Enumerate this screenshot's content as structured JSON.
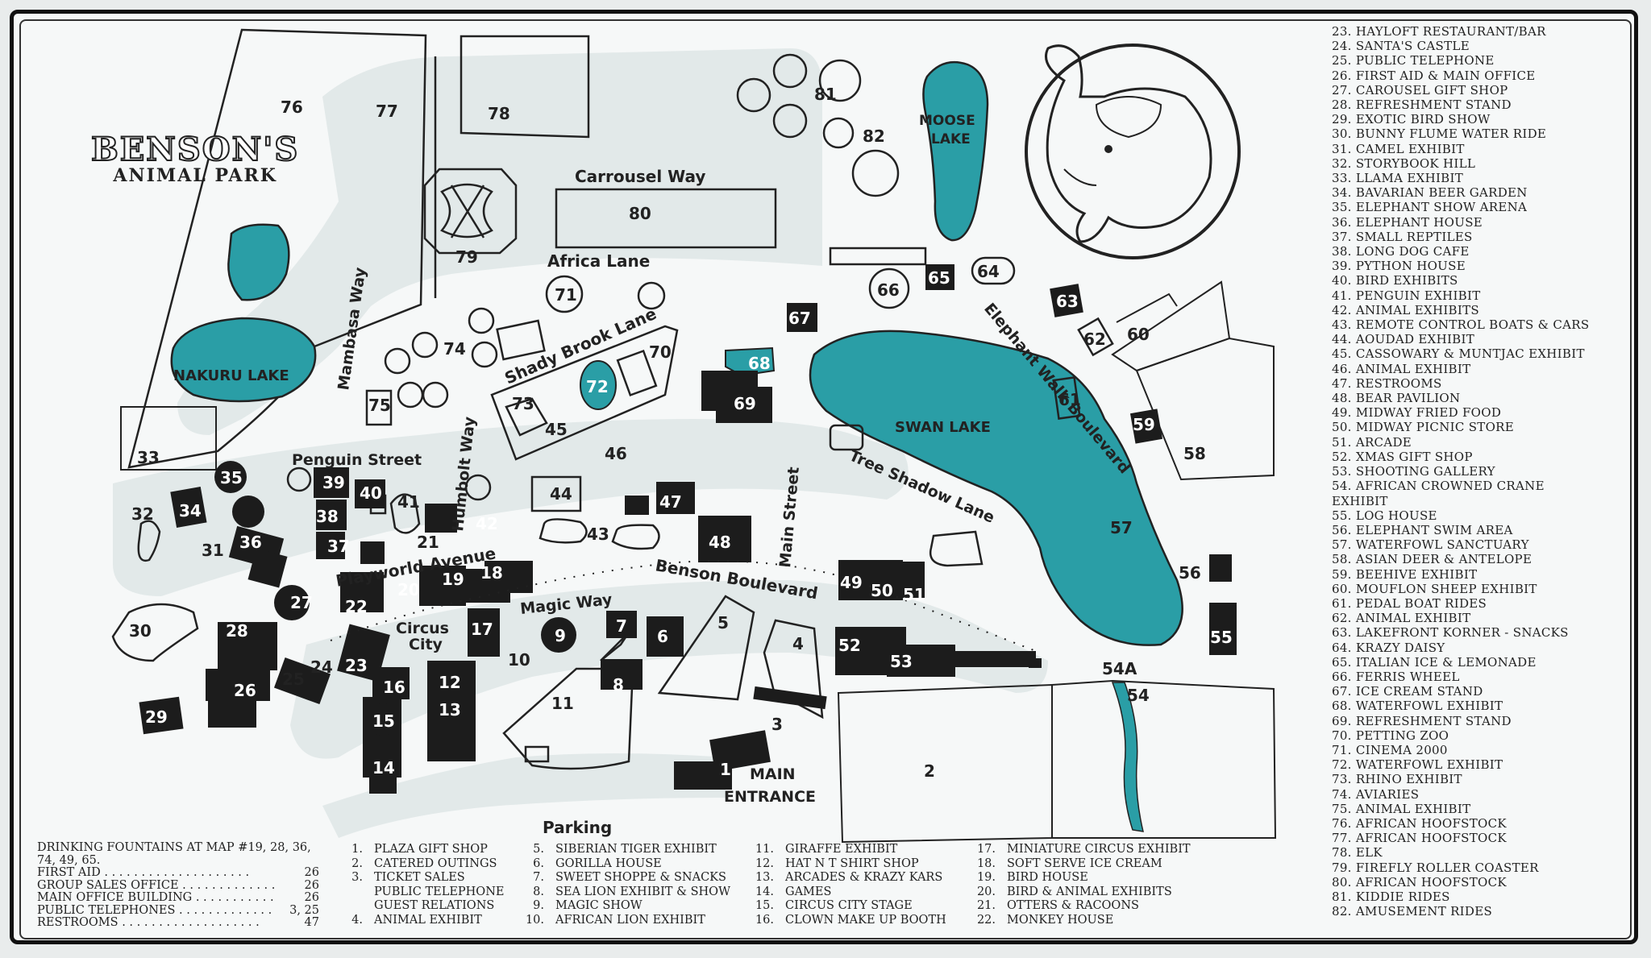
{
  "title": {
    "main": "BENSON'S",
    "sub": "ANIMAL PARK"
  },
  "colors": {
    "water": "#2a9ea6",
    "building": "#1c1c1c",
    "outline": "#222222",
    "paper": "#f6f8f8",
    "path": "#e1e8e8"
  },
  "lakes": [
    "NAKURU LAKE",
    "MOOSE LAKE",
    "SWAN LAKE"
  ],
  "roads": {
    "mambasa": "Mambasa Way",
    "carrousel": "Carrousel Way",
    "africa": "Africa Lane",
    "shady": "Shady Brook Lane",
    "humbolt": "Humbolt Way",
    "penguin": "Penguin Street",
    "playworld": "Playworld Avenue",
    "benson": "Benson Boulevard",
    "magic": "Magic Way",
    "main_street": "Main Street",
    "tree_shadow": "Tree Shadow Lane",
    "elephant_walk": "Elephant Walk Boulevard",
    "circus_city_1": "Circus",
    "circus_city_2": "City",
    "main_entrance_1": "MAIN",
    "main_entrance_2": "ENTRANCE"
  },
  "map_numbers": {
    "n1": "1",
    "n2": "2",
    "n3": "3",
    "n4": "4",
    "n5": "5",
    "n6": "6",
    "n7": "7",
    "n8": "8",
    "n9": "9",
    "n10": "10",
    "n11": "11",
    "n12": "12",
    "n13": "13",
    "n14": "14",
    "n15": "15",
    "n16": "16",
    "n17": "17",
    "n18": "18",
    "n19": "19",
    "n20": "20",
    "n21": "21",
    "n22": "22",
    "n23": "23",
    "n24": "24",
    "n25": "25",
    "n26": "26",
    "n27": "27",
    "n28": "28",
    "n29": "29",
    "n30": "30",
    "n31": "31",
    "n32": "32",
    "n33": "33",
    "n34": "34",
    "n35": "35",
    "n36": "36",
    "n37": "37",
    "n38": "38",
    "n39": "39",
    "n40": "40",
    "n41": "41",
    "n42": "42",
    "n43": "43",
    "n44": "44",
    "n45": "45",
    "n46": "46",
    "n47": "47",
    "n48": "48",
    "n49": "49",
    "n50": "50",
    "n51": "51",
    "n52": "52",
    "n53": "53",
    "n54": "54",
    "n54a": "54A",
    "n55": "55",
    "n56": "56",
    "n57": "57",
    "n58": "58",
    "n59": "59",
    "n60": "60",
    "n61": "61",
    "n62": "62",
    "n63": "63",
    "n64": "64",
    "n65": "65",
    "n66": "66",
    "n67": "67",
    "n68": "68",
    "n69": "69",
    "n70": "70",
    "n71": "71",
    "n72": "72",
    "n73": "73",
    "n74": "74",
    "n75": "75",
    "n76": "76",
    "n77": "77",
    "n78": "78",
    "n79": "79",
    "n80": "80",
    "n81": "81",
    "n82": "82"
  },
  "parking_title": "Parking",
  "amenities": [
    {
      "label": "DRINKING FOUNTAINS at map #19, 28, 36,",
      "value": ""
    },
    {
      "label": "74, 49, 65.",
      "value": ""
    },
    {
      "label": "FIRST AID . . . . . . . . . . . . . . . . . . . .",
      "value": "26"
    },
    {
      "label": "GROUP SALES OFFICE . . . . . . . . . . . . .",
      "value": "26"
    },
    {
      "label": "MAIN OFFICE BUILDING . . . . . . . . . . .",
      "value": "26"
    },
    {
      "label": "PUBLIC TELEPHONES . . . . . . . . . . . . .",
      "value": "3, 25"
    },
    {
      "label": "RESTROOMS . . . . . . . . . . . . . . . . . . .",
      "value": "47"
    }
  ],
  "legend_bottom": [
    [
      {
        "num": "1.",
        "text": "PLAZA GIFT SHOP"
      },
      {
        "num": "2.",
        "text": "CATERED OUTINGS"
      },
      {
        "num": "3.",
        "text": "TICKET SALES"
      },
      {
        "num": "",
        "text": "PUBLIC TELEPHONE"
      },
      {
        "num": "",
        "text": "GUEST RELATIONS"
      },
      {
        "num": "4.",
        "text": "ANIMAL EXHIBIT"
      }
    ],
    [
      {
        "num": "5.",
        "text": "SIBERIAN TIGER EXHIBIT"
      },
      {
        "num": "6.",
        "text": "GORILLA HOUSE"
      },
      {
        "num": "7.",
        "text": "SWEET SHOPPE & SNACKS"
      },
      {
        "num": "8.",
        "text": "SEA LION EXHIBIT & SHOW"
      },
      {
        "num": "9.",
        "text": "MAGIC SHOW"
      },
      {
        "num": "10.",
        "text": "AFRICAN LION EXHIBIT"
      }
    ],
    [
      {
        "num": "11.",
        "text": "GIRAFFE EXHIBIT"
      },
      {
        "num": "12.",
        "text": "HAT n T SHIRT SHOP"
      },
      {
        "num": "13.",
        "text": "ARCADES & KRAZY KARS"
      },
      {
        "num": "14.",
        "text": "GAMES"
      },
      {
        "num": "15.",
        "text": "CIRCUS CITY STAGE"
      },
      {
        "num": "16.",
        "text": "CLOWN MAKE UP BOOTH"
      }
    ],
    [
      {
        "num": "17.",
        "text": "MINIATURE CIRCUS EXHIBIT"
      },
      {
        "num": "18.",
        "text": "SOFT SERVE ICE CREAM"
      },
      {
        "num": "19.",
        "text": "BIRD HOUSE"
      },
      {
        "num": "20.",
        "text": "BIRD & ANIMAL EXHIBITS"
      },
      {
        "num": "21.",
        "text": "OTTERS & RACOONS"
      },
      {
        "num": "22.",
        "text": "MONKEY HOUSE"
      }
    ]
  ],
  "legend_right": [
    "23. HAYLOFT RESTAURANT/BAR",
    "24. SANTA'S CASTLE",
    "25. PUBLIC TELEPHONE",
    "26. FIRST AID & MAIN OFFICE",
    "27. CAROUSEL GIFT SHOP",
    "28. REFRESHMENT STAND",
    "29. EXOTIC BIRD SHOW",
    "30. BUNNY FLUME WATER RIDE",
    "31. CAMEL EXHIBIT",
    "32. STORYBOOK HILL",
    "33. LLAMA EXHIBIT",
    "34. BAVARIAN BEER GARDEN",
    "35. ELEPHANT SHOW ARENA",
    "36. ELEPHANT HOUSE",
    "37. SMALL REPTILES",
    "38. LONG DOG CAFE",
    "39. PYTHON HOUSE",
    "40. BIRD EXHIBITS",
    "41. PENGUIN EXHIBIT",
    "42. ANIMAL EXHIBITS",
    "43. REMOTE CONTROL BOATS & CARS",
    "44. AOUDAD EXHIBIT",
    "45. CASSOWARY & MUNTJAC EXHIBIT",
    "46. ANIMAL EXHIBIT",
    "47. RESTROOMS",
    "48. BEAR PAVILION",
    "49. MIDWAY FRIED FOOD",
    "50. MIDWAY PICNIC STORE",
    "51. ARCADE",
    "52. XMAS GIFT SHOP",
    "53. SHOOTING GALLERY",
    "54. AFRICAN CROWNED CRANE",
    "     EXHIBIT",
    "55. LOG HOUSE",
    "56. ELEPHANT SWIM AREA",
    "57. WATERFOWL SANCTUARY",
    "58. ASIAN DEER & ANTELOPE",
    "59. BEEHIVE EXHIBIT",
    "60. MOUFLON SHEEP EXHIBIT",
    "61. PEDAL BOAT RIDES",
    "62. ANIMAL EXHIBIT",
    "63. LAKEFRONT KORNER - SNACKS",
    "64. KRAZY DAISY",
    "65. ITALIAN ICE & LEMONADE",
    "66. FERRIS WHEEL",
    "67. ICE CREAM STAND",
    "68. WATERFOWL EXHIBIT",
    "69. REFRESHMENT STAND",
    "70. PETTING ZOO",
    "71. CINEMA 2000",
    "72. WATERFOWL EXHIBIT",
    "73. RHINO EXHIBIT",
    "74. AVIARIES",
    "75. ANIMAL EXHIBIT",
    "76. AFRICAN HOOFSTOCK",
    "77. AFRICAN HOOFSTOCK",
    "78. ELK",
    "79. FIREFLY ROLLER COASTER",
    "80. AFRICAN HOOFSTOCK",
    "81. KIDDIE RIDES",
    "82. AMUSEMENT RIDES"
  ]
}
